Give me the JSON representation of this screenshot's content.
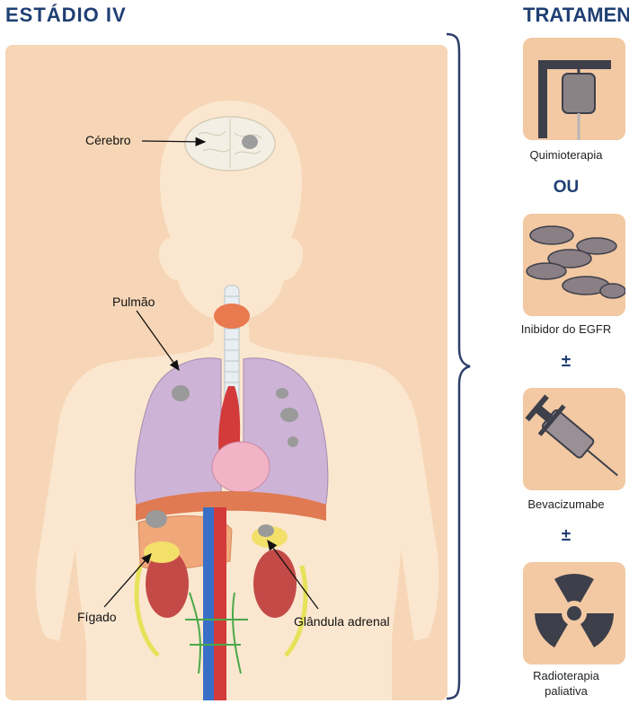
{
  "header": {
    "stage": "ESTÁDIO IV",
    "treatment": "TRATAMENTO"
  },
  "labels": {
    "brain": "Cérebro",
    "lung": "Pulmão",
    "liver": "Fígado",
    "adrenal": "Glândula adrenal"
  },
  "treatments": {
    "chemo": "Quimioterapia",
    "egfr": "Inibidor do EGFR",
    "bev": "Bevacizumabe",
    "radio_line1": "Radioterapia",
    "radio_line2": "paliativa"
  },
  "connectors": {
    "or": "OU",
    "plusminus1": "±",
    "plusminus2": "±"
  },
  "icons": {
    "iv_bag": "iv-drip-icon",
    "pills": "pills-icon",
    "syringe": "syringe-icon",
    "radiation": "radiation-icon"
  },
  "colors": {
    "heading": "#1f3f73",
    "panel": "#f6d6b6",
    "tile": "#f2c9a3",
    "skin": "#fbe7cf",
    "lung": "#cdb3d6"
  }
}
